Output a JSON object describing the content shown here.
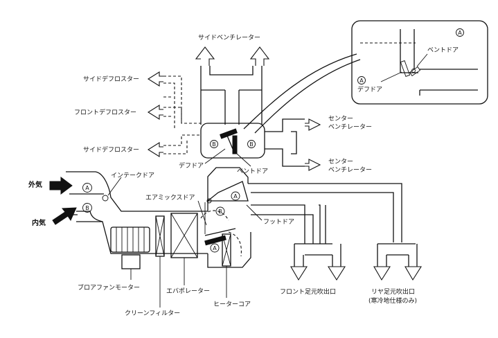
{
  "labels": {
    "side_vent": "サイドベンチレーター",
    "side_defroster_top": "サイドデフロスター",
    "front_defroster": "フロントデフロスター",
    "side_defroster_bottom": "サイドデフロスター",
    "center_vent_top_1": "センター",
    "center_vent_top_2": "ベンチレーター",
    "center_vent_bottom_1": "センター",
    "center_vent_bottom_2": "ベンチレーター",
    "def_door": "デフドア",
    "vent_door": "ベントドア",
    "outside_air": "外気",
    "inside_air": "内気",
    "intake_door": "インテークドア",
    "air_mix_door": "エアミックスドア",
    "foot_door": "フットドア",
    "front_foot": "フロント足元吹出口",
    "rear_foot_1": "リヤ足元吹出口",
    "rear_foot_2": "(寒冷地仕様のみ)",
    "blower_motor": "ブロアファンモーター",
    "evaporator": "エバポレーター",
    "clean_filter": "クリーンフィルター",
    "heater_core": "ヒーターコア",
    "inset_vent_door": "ベントドア",
    "inset_def_door": "デフドア"
  },
  "markers": {
    "a": "A",
    "b": "B"
  }
}
